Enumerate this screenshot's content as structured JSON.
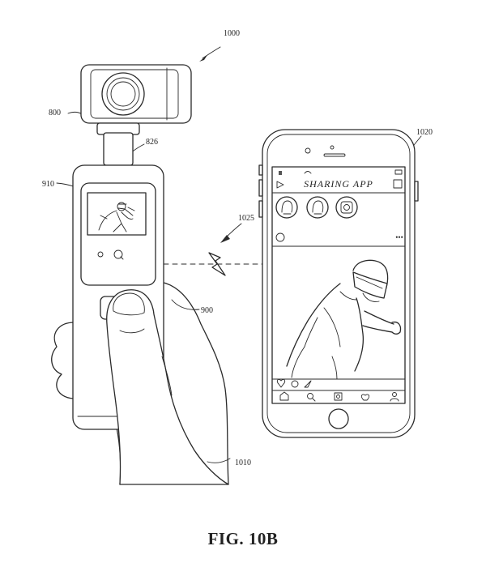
{
  "figure": {
    "caption": "FIG. 10B",
    "app_title": "SHARING APP"
  },
  "reference_numerals": {
    "system": "1000",
    "camera_device": "800",
    "gimbal_neck": "826",
    "camera_display": "910",
    "wireless_link": "1025",
    "phone": "1020",
    "thumb_button": "900",
    "hand": "1010"
  },
  "phone_ui": {
    "story_icons": [
      "avatar-icon",
      "avatar-icon",
      "camera-app-icon"
    ],
    "nav_icons": [
      "home-icon",
      "search-icon",
      "camera-icon",
      "heart-icon",
      "profile-icon"
    ]
  }
}
